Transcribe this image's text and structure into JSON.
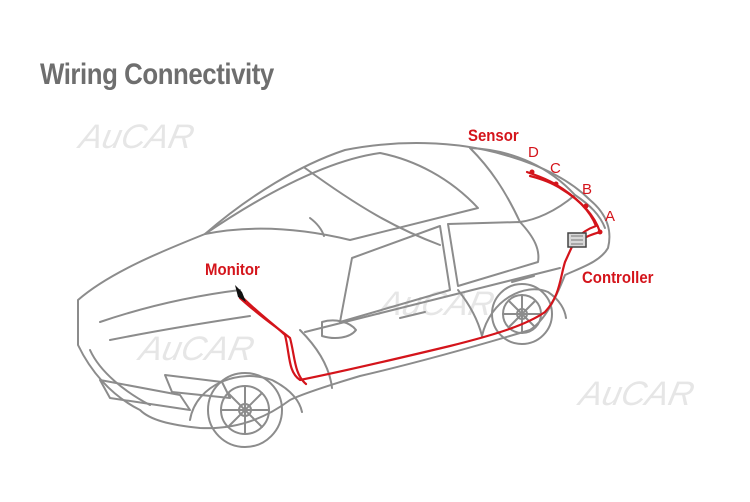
{
  "title": "Wiring Connectivity",
  "labels": {
    "sensor": "Sensor",
    "monitor": "Monitor",
    "controller": "Controller",
    "positions": [
      "A",
      "B",
      "C",
      "D"
    ]
  },
  "watermark": "AuCAR",
  "colors": {
    "title": "#6e6e6e",
    "wire": "#d4141b",
    "outline": "#8c8c8c",
    "watermark": "#e6e6e6"
  }
}
